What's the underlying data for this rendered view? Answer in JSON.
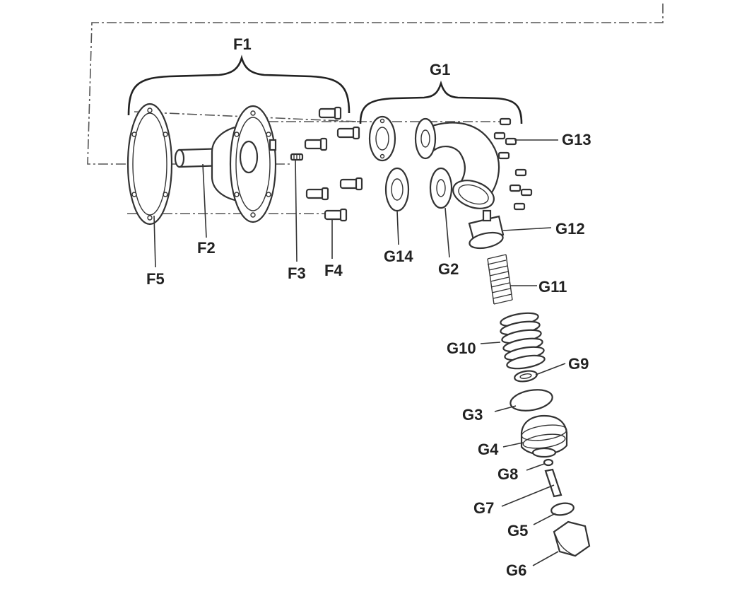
{
  "labels": {
    "F1": "F1",
    "F2": "F2",
    "F3": "F3",
    "F4": "F4",
    "F5": "F5",
    "G1": "G1",
    "G2": "G2",
    "G3": "G3",
    "G4": "G4",
    "G5": "G5",
    "G6": "G6",
    "G7": "G7",
    "G8": "G8",
    "G9": "G9",
    "G10": "G10",
    "G11": "G11",
    "G12": "G12",
    "G13": "G13",
    "G14": "G14"
  }
}
